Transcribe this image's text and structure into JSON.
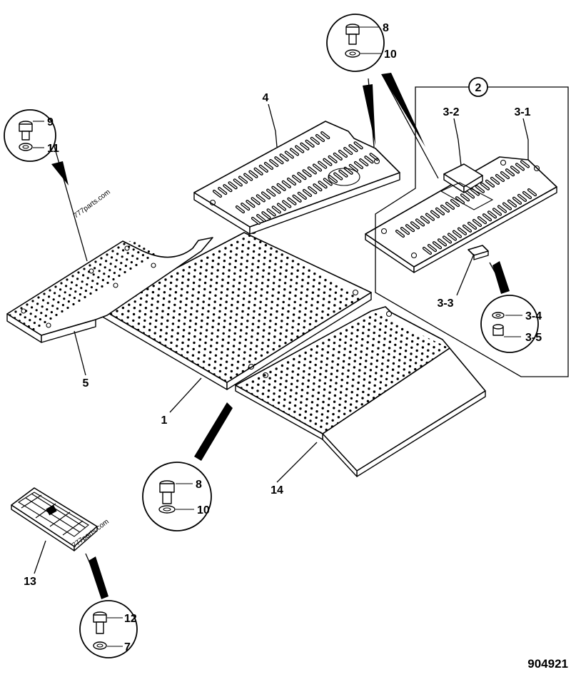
{
  "callouts": {
    "c1": "1",
    "c2": "2",
    "c3_1": "3-1",
    "c3_2": "3-2",
    "c3_3": "3-3",
    "c3_4": "3-4",
    "c3_5": "3-5",
    "c4": "4",
    "c5": "5",
    "c7": "7",
    "c8a": "8",
    "c8b": "8",
    "c9": "9",
    "c10a": "10",
    "c10b": "10",
    "c11": "11",
    "c12": "12",
    "c13": "13",
    "c14": "14"
  },
  "watermarks": {
    "w1": "777parts.com",
    "w2": "777parts.com"
  },
  "reference_number": "904921"
}
